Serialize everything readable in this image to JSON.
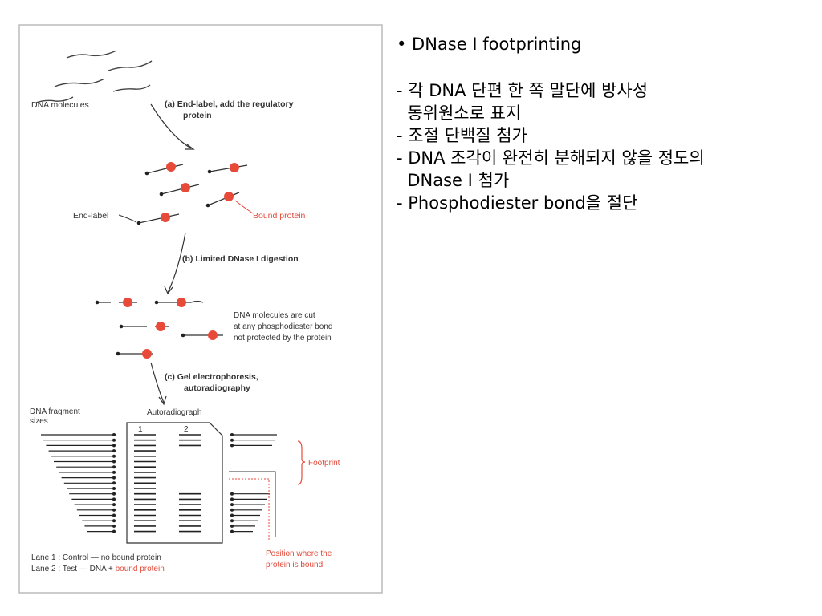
{
  "figure": {
    "labels": {
      "dna_molecules": "DNA molecules",
      "step_a_line1": "(a)  End-label, add the regulatory",
      "step_a_line2": "protein",
      "end_label": "End-label",
      "bound_protein": "Bound protein",
      "step_b": "(b)  Limited DNase I digestion",
      "cut_line1": "DNA molecules are cut",
      "cut_line2": "at any phosphodiester bond",
      "cut_line3": "not protected by the protein",
      "step_c_line1": "(c)  Gel electrophoresis,",
      "step_c_line2": "autoradiography",
      "fragment_sizes_line1": "DNA fragment",
      "fragment_sizes_line2": "sizes",
      "autoradiograph": "Autoradiograph",
      "lane1_num": "1",
      "lane2_num": "2",
      "footprint": "Footprint",
      "position_line1": "Position where the",
      "position_line2": "protein is bound",
      "lane1_legend": "Lane 1 : Control — no bound protein",
      "lane2_legend_prefix": "Lane 2 : Test — DNA + ",
      "lane2_legend_red": "bound protein"
    },
    "colors": {
      "protein": "#e84a3a",
      "ink": "#333333",
      "frame": "#b8b8b8"
    }
  },
  "notes": {
    "title": "• DNase I footprinting",
    "bullets": [
      "- 각 DNA 단편 한 쪽 말단에 방사성",
      "  동위원소로 표지",
      "- 조절 단백질 첨가",
      "- DNA 조각이 완전히 분해되지 않을 정도의",
      "  DNase I 첨가",
      "- Phosphodiester bond을 절단"
    ]
  }
}
